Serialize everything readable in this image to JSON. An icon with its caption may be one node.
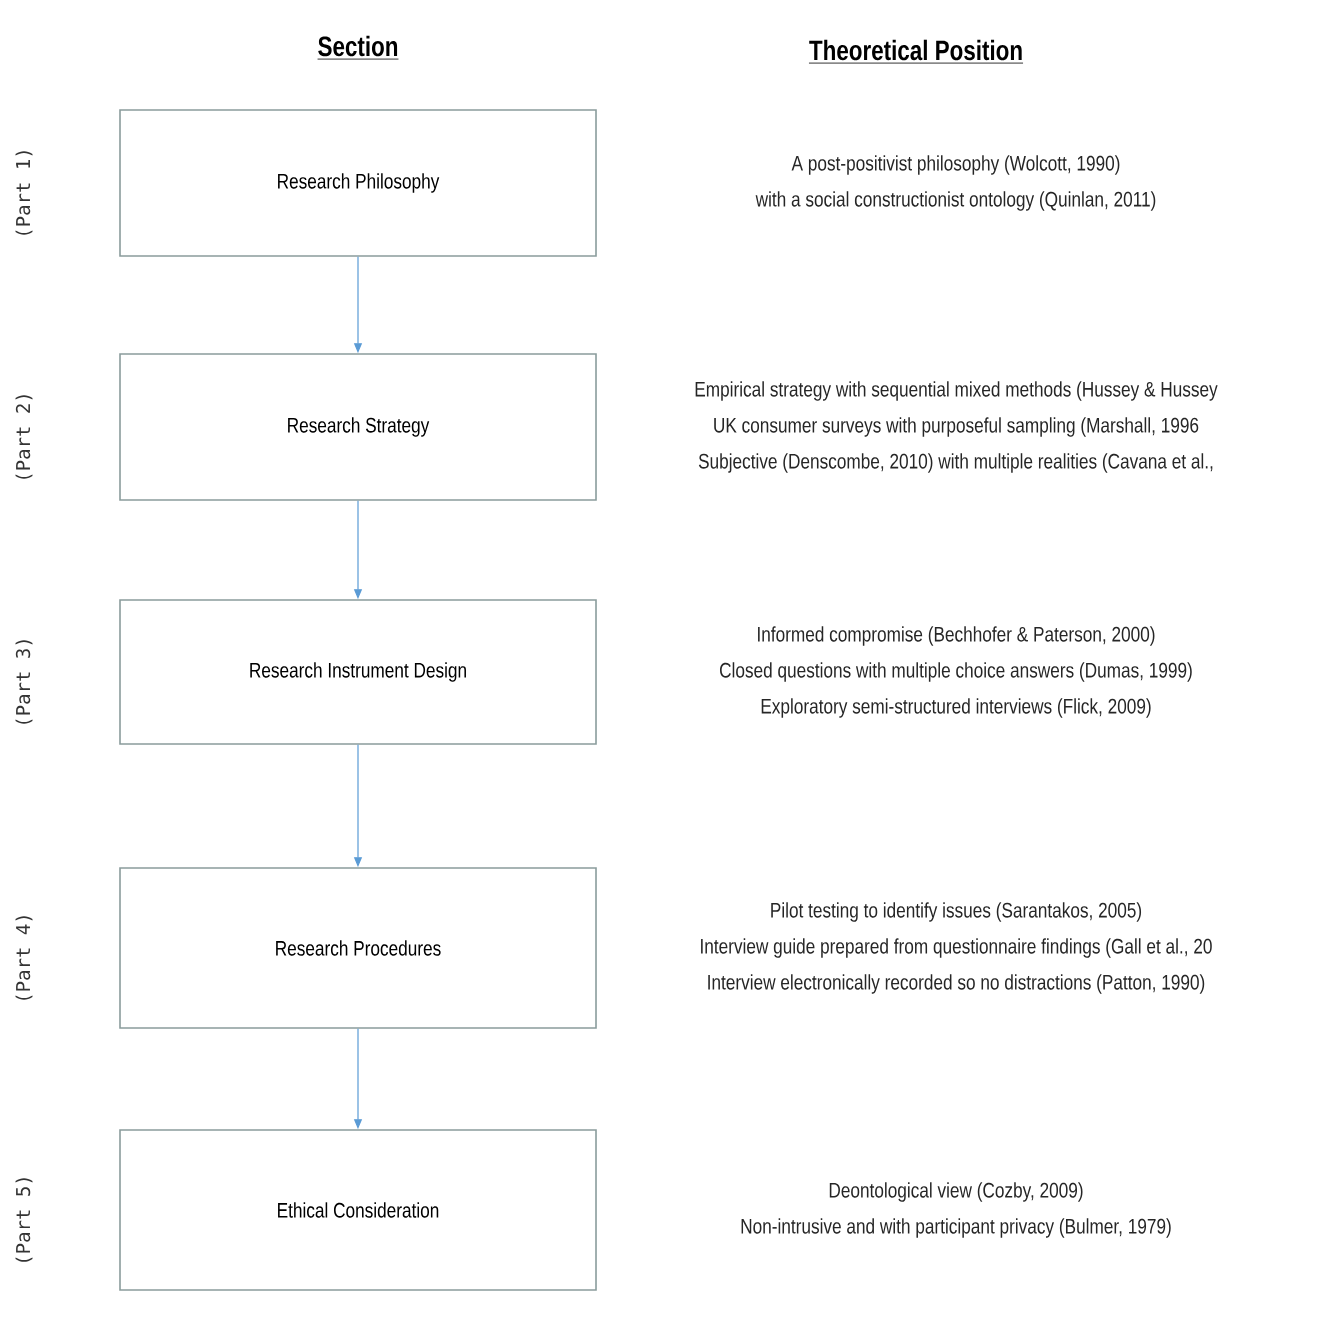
{
  "diagram": {
    "nodes": [
      {
        "text": [
          "Research Philosophy"
        ],
        "beside": [
          "A post-positivist philosophy (Wolcott, 1990)",
          "with a social constructionist ontology (Quinlan, 2011)"
        ]
      },
      {
        "text": [
          "Research Strategy"
        ],
        "beside": [
          "Empirical strategy with sequential mixed methods (Hussey & Hussey",
          "UK consumer surveys with purposeful sampling (Marshall, 1996",
          "Subjective (Denscombe, 2010) with multiple realities (Cavana et al.,"
        ]
      },
      {
        "text": [
          "Research Instrument Design"
        ],
        "beside": [
          "Informed compromise (Bechhofer & Paterson, 2000)",
          "Closed questions with multiple choice answers (Dumas, 1999)",
          "Exploratory semi-structured interviews (Flick, 2009)"
        ]
      },
      {
        "text": [
          "Research Procedures"
        ],
        "beside": [
          "Pilot testing to identify issues (Sarantakos, 2005)",
          "Interview guide prepared from questionnaire findings (Gall et al., 20",
          "Interview electronically recorded so no distractions (Patton, 1990)"
        ]
      },
      {
        "text": [
          "Ethical Consideration"
        ],
        "beside": [
          "Deontological view (Cozby, 2009)",
          "Non-intrusive and with participant privacy (Bulmer, 1979)"
        ]
      }
    ],
    "edges": [
      {
        "from": 0,
        "to": 1,
        "arrow": "to"
      },
      {
        "from": 1,
        "to": 2,
        "arrow": "to"
      },
      {
        "from": 2,
        "to": 3,
        "arrow": "to"
      },
      {
        "from": 3,
        "to": 4,
        "arrow": "to"
      }
    ],
    "labels": [
      "Section",
      "Theoretical Position",
      "(Part 1)",
      "(Part 2)",
      "(Part 3)",
      "(Part 4)",
      "(Part 5)"
    ]
  }
}
